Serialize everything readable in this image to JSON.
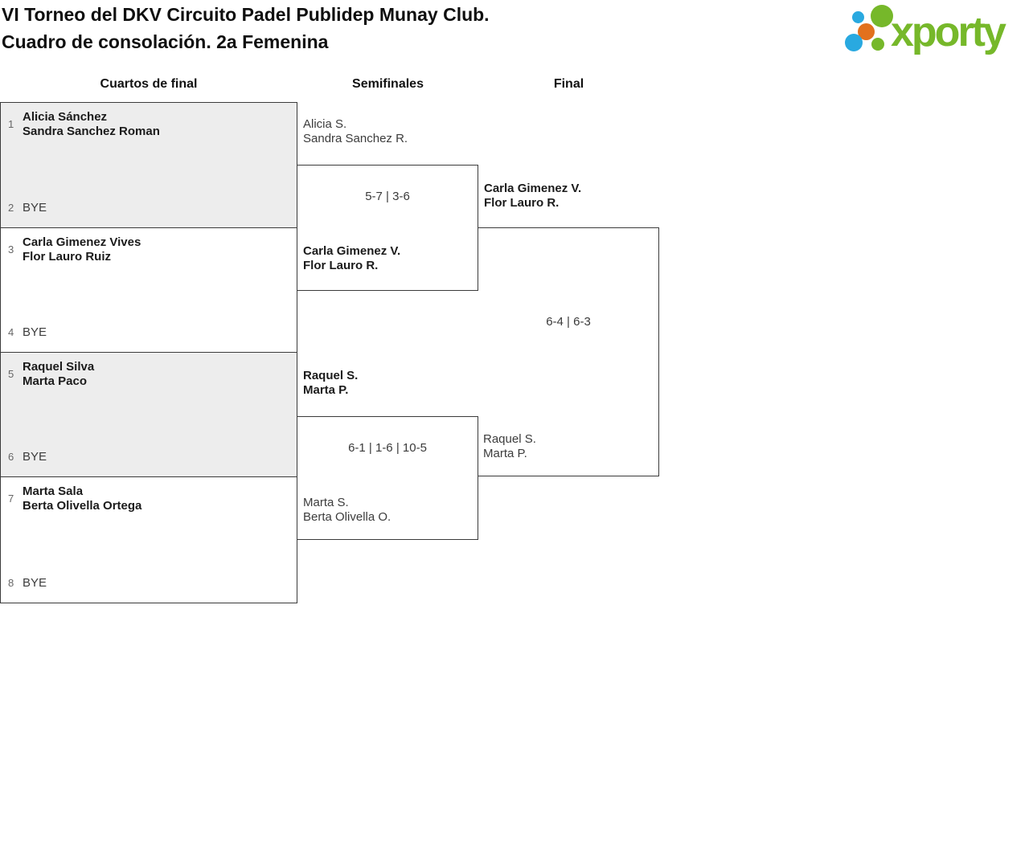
{
  "header": {
    "title_line1": "VI Torneo del DKV Circuito Padel Publidep Munay Club.",
    "title_line2": "Cuadro de consolación. 2a Femenina",
    "logo_text": "xporty"
  },
  "colors": {
    "brand_green": "#76b82a",
    "brand_blue": "#29a9e0",
    "brand_orange": "#e2711d",
    "shaded_box": "#ededed",
    "line": "#3b3b3b"
  },
  "columns": [
    {
      "label": "Cuartos de final"
    },
    {
      "label": "Semifinales"
    },
    {
      "label": "Final"
    }
  ],
  "quarterfinals": [
    {
      "shaded": true,
      "top_seed": "1",
      "top_lines": [
        "Alicia Sánchez",
        "Sandra Sanchez Roman"
      ],
      "bottom_seed": "2",
      "bottom_text": "BYE"
    },
    {
      "shaded": false,
      "top_seed": "3",
      "top_lines": [
        "Carla Gimenez Vives",
        "Flor Lauro Ruiz"
      ],
      "bottom_seed": "4",
      "bottom_text": "BYE"
    },
    {
      "shaded": true,
      "top_seed": "5",
      "top_lines": [
        "Raquel Silva",
        "Marta Paco"
      ],
      "bottom_seed": "6",
      "bottom_text": "BYE"
    },
    {
      "shaded": false,
      "top_seed": "7",
      "top_lines": [
        "Marta Sala",
        "Berta Olivella Ortega"
      ],
      "bottom_seed": "8",
      "bottom_text": "BYE"
    }
  ],
  "semifinals": [
    {
      "score": "5-7 | 3-6",
      "top_lines": [
        "Alicia S.",
        "Sandra Sanchez R."
      ],
      "top_winner": false,
      "bottom_lines": [
        "Carla Gimenez V.",
        "Flor Lauro R."
      ],
      "bottom_winner": true
    },
    {
      "score": "6-1 | 1-6 | 10-5",
      "top_lines": [
        "Raquel S.",
        "Marta P."
      ],
      "top_winner": true,
      "bottom_lines": [
        "Marta S.",
        "Berta Olivella O."
      ],
      "bottom_winner": false
    }
  ],
  "final": {
    "score": "6-4 | 6-3",
    "top_lines": [
      "Carla Gimenez V.",
      "Flor Lauro R."
    ],
    "top_winner": true,
    "bottom_lines": [
      "Raquel S.",
      "Marta P."
    ],
    "bottom_winner": false
  }
}
